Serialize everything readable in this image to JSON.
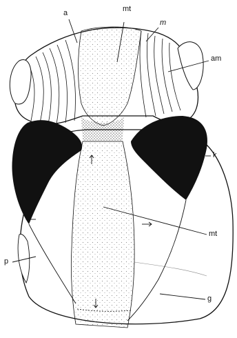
{
  "labels": {
    "a": "a",
    "mt_top": "mt",
    "m": "m",
    "am": "am",
    "k": "k",
    "mt_mid": "mt",
    "p": "p",
    "g": "g"
  },
  "colors": {
    "ink": "#111111",
    "stipple": "#8c8c8c",
    "paper": "#ffffff",
    "mid_shade": "#efefef"
  }
}
